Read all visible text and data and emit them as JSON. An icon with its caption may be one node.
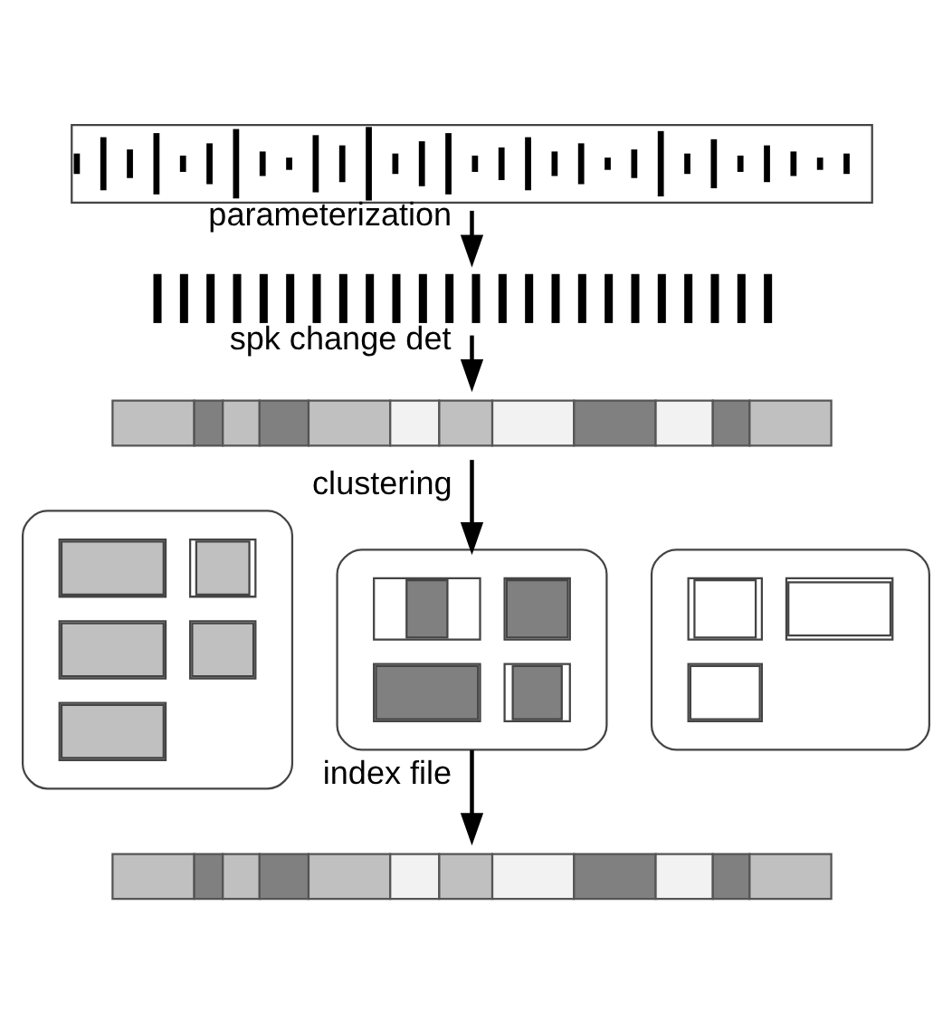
{
  "diagram": {
    "nodes": [
      {
        "text": [],
        "shape": "picture"
      },
      {
        "text": [],
        "shape": "picture"
      },
      {
        "text": [],
        "shape": "bar"
      },
      {
        "text": [],
        "shape": "box"
      },
      {
        "text": [],
        "shape": "box"
      },
      {
        "text": [],
        "shape": "box"
      },
      {
        "text": [],
        "shape": "bar"
      }
    ],
    "edges": [
      {
        "from": 0,
        "to": 1,
        "arrow": "to",
        "label": "parameterization"
      },
      {
        "from": 1,
        "to": 2,
        "arrow": "to",
        "label": "spk change det"
      },
      {
        "from": 2,
        "to": 4,
        "arrow": "to",
        "label": "clustering"
      },
      {
        "from": 4,
        "to": 6,
        "arrow": "to",
        "label": "index file"
      }
    ]
  }
}
